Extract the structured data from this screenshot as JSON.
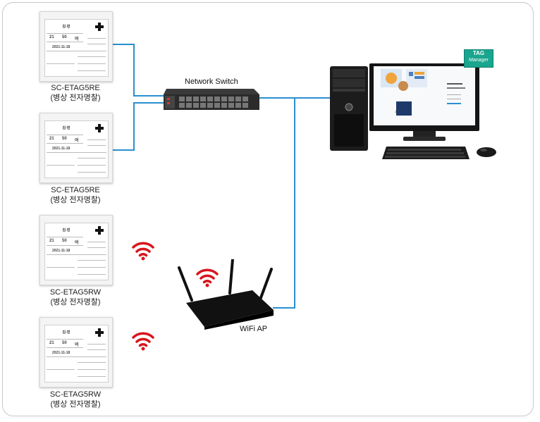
{
  "devices": [
    {
      "model": "SC-ETAG5RE",
      "desc": "(병상 전자명찰)"
    },
    {
      "model": "SC-ETAG5RE",
      "desc": "(병상 전자명찰)"
    },
    {
      "model": "SC-ETAG5RW",
      "desc": "(병상 전자명찰)"
    },
    {
      "model": "SC-ETAG5RW",
      "desc": "(병상 전자명찰)"
    }
  ],
  "tag_screen": {
    "patient": "김◦민",
    "age": "21",
    "weight": "50",
    "sex": "여",
    "date": "2021-11-18"
  },
  "network_switch_label": "Network Switch",
  "wifi_ap_label": "WiFi AP",
  "tag_manager_badge": {
    "line1": "TAG",
    "line2": "Manager"
  },
  "colors": {
    "wire": "#2a8fd0",
    "wifi": "#d8141c",
    "badge": "#1aa58e"
  }
}
